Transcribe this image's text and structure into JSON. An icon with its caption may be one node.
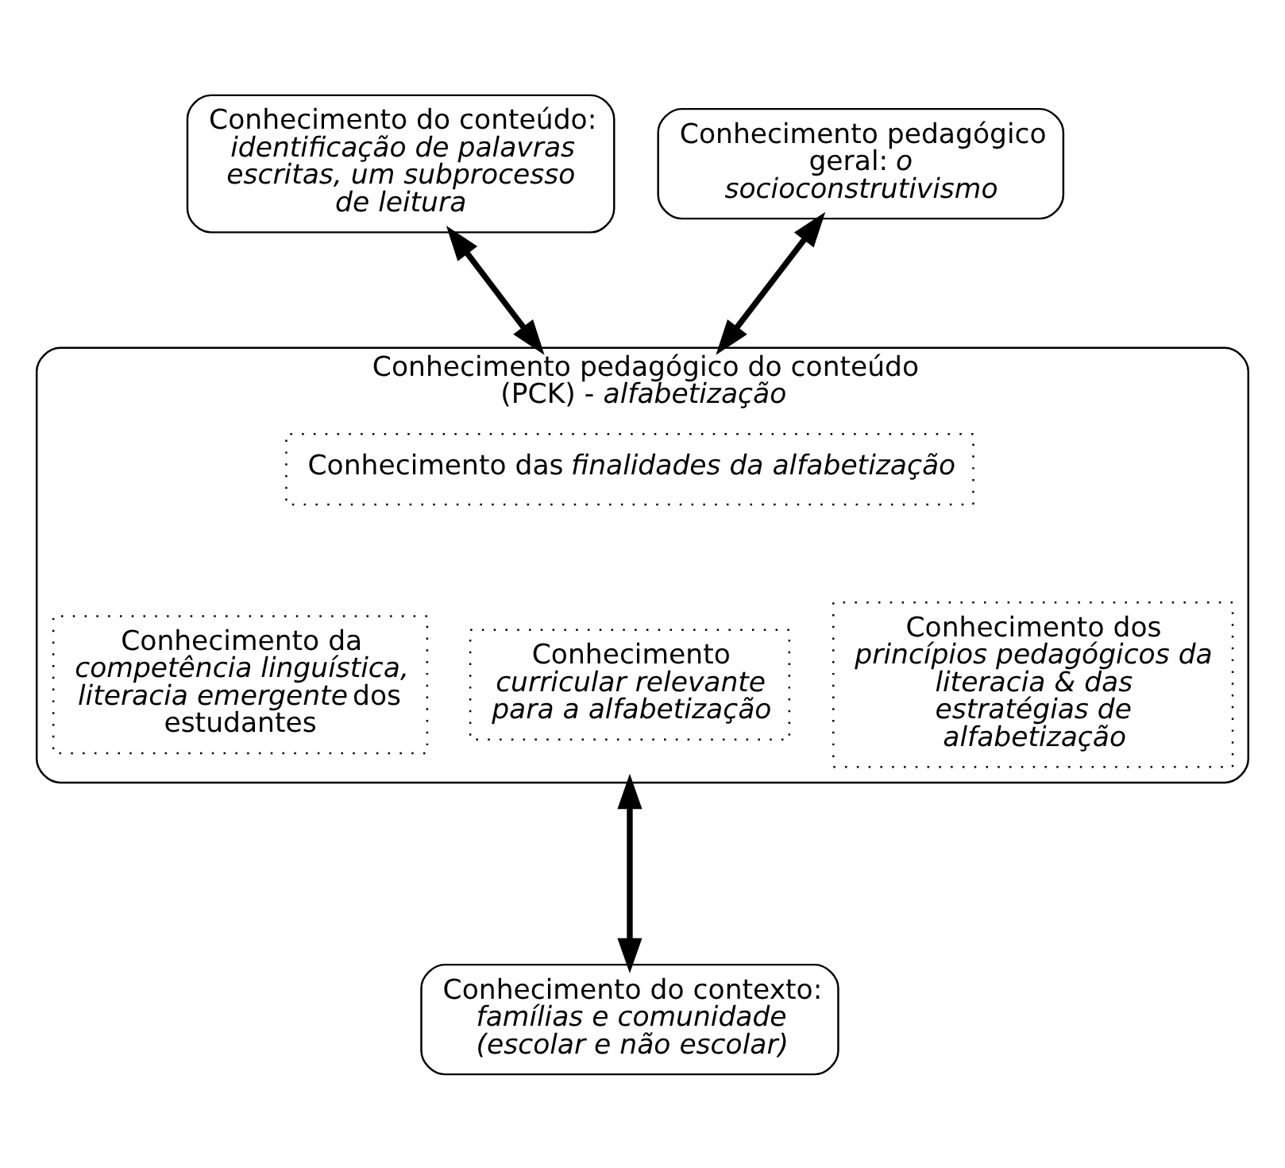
{
  "diagram": {
    "nodes": [
      {
        "text": [
          "Conhecimento do conteúdo: *identificação de palavras escritas, um subprocesso de leitura*"
        ]
      },
      {
        "text": [
          "Conhecimento pedagógico geral: *o socioconstrutivismo*"
        ]
      },
      {
        "text": [
          "Conhecimento pedagógico do conteúdo (PCK) - *alfabetização*"
        ]
      },
      {
        "text": [
          "Conhecimento das *finalidades da alfabetização*"
        ],
        "in": 2
      },
      {
        "text": [
          "Conhecimento da *competência linguística, literacia emergente* dos estudantes"
        ],
        "in": 2
      },
      {
        "text": [
          "Conhecimento *curricular relevante para a alfabetização*"
        ],
        "in": 2
      },
      {
        "text": [
          "Conhecimento dos *princípios pedagógicos da literacia & das estratégias de alfabetização*"
        ],
        "in": 2
      },
      {
        "text": [
          "Conhecimento do contexto: *famílias e comunidade (escolar e não escolar)*"
        ]
      }
    ],
    "edges": [
      {
        "from": 0,
        "to": 2,
        "arrow": "both"
      },
      {
        "from": 1,
        "to": 2,
        "arrow": "both"
      },
      {
        "from": 2,
        "to": 7,
        "arrow": "both"
      }
    ]
  }
}
